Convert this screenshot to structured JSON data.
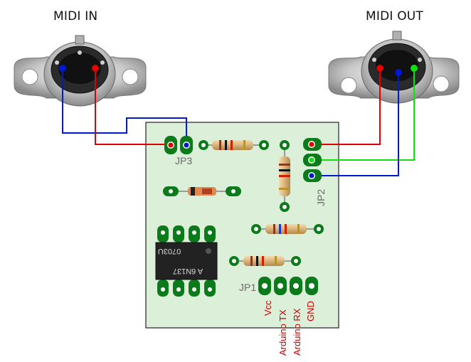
{
  "labels": {
    "midi_in": "MIDI IN",
    "midi_out": "MIDI OUT",
    "jp1": "JP1",
    "jp2": "JP2",
    "jp3": "JP3",
    "chip_line1": "0703U",
    "chip_line2": "A 6N137"
  },
  "pins": [
    "Vcc",
    "Arduino TX",
    "Arduino RX",
    "GND"
  ],
  "colors": {
    "board": "#dcefd8",
    "pad": "#0a7a1a",
    "wire_red": "#e00000",
    "wire_blue": "#0018d0",
    "wire_green": "#10e010",
    "pin_text": "#cc0000"
  }
}
